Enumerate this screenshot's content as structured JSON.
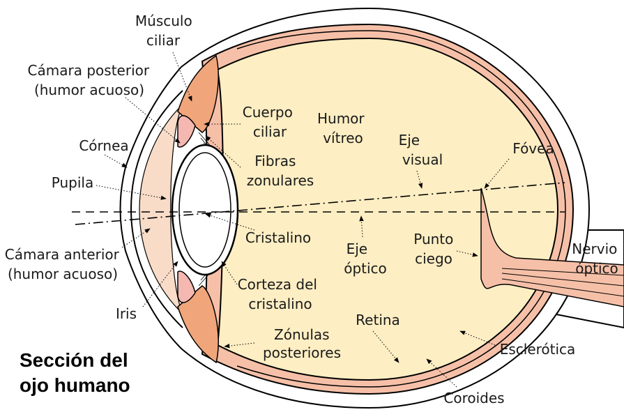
{
  "title": {
    "line1": "Sección del",
    "line2": "ojo humano"
  },
  "labels": {
    "musculo_ciliar": [
      "Músculo",
      "ciliar"
    ],
    "camara_posterior": [
      "Cámara posterior",
      "(humor acuoso)"
    ],
    "cornea": [
      "Córnea"
    ],
    "pupila": [
      "Pupila"
    ],
    "camara_anterior": [
      "Cámara anterior",
      "(humor acuoso)"
    ],
    "iris": [
      "Iris"
    ],
    "cuerpo_ciliar": [
      "Cuerpo",
      "ciliar"
    ],
    "humor_vitreo": [
      "Humor",
      "vítreo"
    ],
    "fibras_zonulares": [
      "Fibras",
      "zonulares"
    ],
    "eje_visual": [
      "Eje",
      "visual"
    ],
    "fovea": [
      "Fóvea"
    ],
    "cristalino": [
      "Cristalino"
    ],
    "eje_optico": [
      "Eje",
      "óptico"
    ],
    "punto_ciego": [
      "Punto",
      "ciego"
    ],
    "nervio_optico": [
      "Nervio",
      "óptico"
    ],
    "corteza_cristalino": [
      "Corteza del",
      "cristalino"
    ],
    "zonulas_posteriores": [
      "Zónulas",
      "posteriores"
    ],
    "retina": [
      "Retina"
    ],
    "esclerotica": [
      "Esclerótica"
    ],
    "coroides": [
      "Coroides"
    ]
  },
  "colors": {
    "sclera_fill": "#ffffff",
    "outline": "#000000",
    "choroid": "#f2a58a",
    "retina_band": "#f6c0a8",
    "vitreous": "#fdeec3",
    "lens_cortex": "#ffffff",
    "anterior_chamber": "#f8dcc8",
    "iris": "#f4b8b0",
    "ciliar_muscle": "#f1a57a"
  }
}
